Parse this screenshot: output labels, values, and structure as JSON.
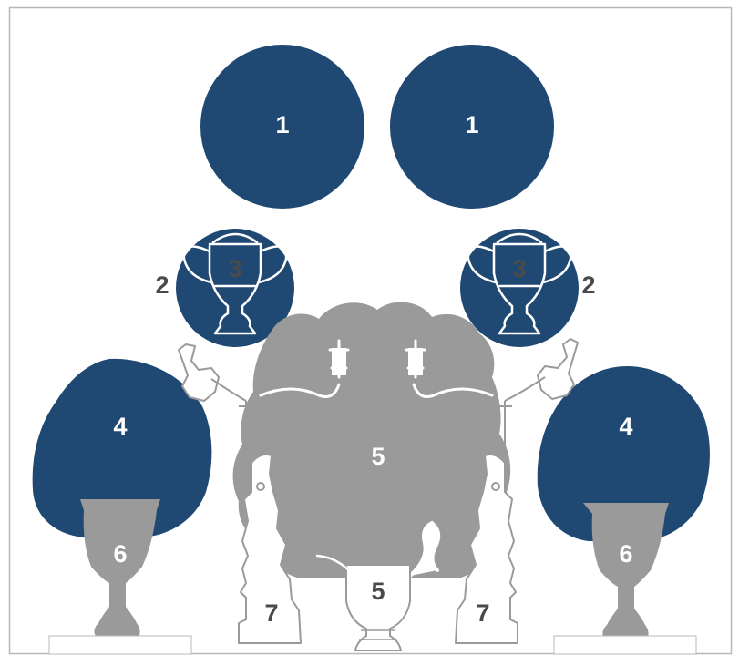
{
  "palette": {
    "navy": "#1f4873",
    "grey": "#9b9a9a",
    "outline": "#ffffff",
    "label_dark": "#4a4a4a",
    "frame": "#b8b8b8"
  },
  "labels": {
    "plate_left": "1",
    "plate_right": "1",
    "dish_left": "2",
    "dish_right": "2",
    "cup_left": "3",
    "cup_right": "3",
    "bowl_left": "4",
    "bowl_right": "4",
    "centrepiece": "5",
    "vase": "5",
    "stand_left": "6",
    "stand_right": "6",
    "candelabrum_left": "7",
    "candelabrum_right": "7"
  }
}
